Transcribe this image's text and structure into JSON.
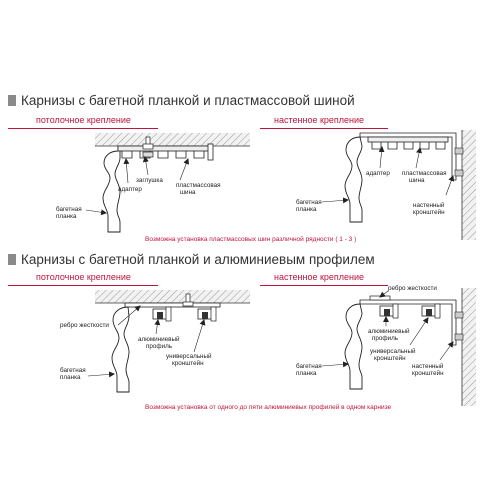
{
  "section1": {
    "title": "Карнизы с багетной планкой и пластмассовой шиной",
    "ceiling_mount": "потолочное крепление",
    "wall_mount": "настенное крепление",
    "labels": {
      "adapter": "адаптер",
      "plug": "заглушка",
      "plastic_rail_1": "пластмассовая",
      "plastic_rail_2": "шина",
      "baguette_1": "багетная",
      "baguette_2": "планка",
      "wall_bracket_1": "настенный",
      "wall_bracket_2": "кронштейн"
    },
    "note": "Возможна установка пластмассовых шин различной рядности ( 1 - 3 )"
  },
  "section2": {
    "title": "Карнизы с багетной планкой и алюминиевым профилем",
    "ceiling_mount": "потолочное крепление",
    "wall_mount": "настенное крепление",
    "labels": {
      "stiffener": "ребро жесткости",
      "alu_profile_1": "алюминиевый",
      "alu_profile_2": "профиль",
      "universal_bracket_1": "универсальный",
      "universal_bracket_2": "кронштейн",
      "baguette_1": "багетная",
      "baguette_2": "планка",
      "wall_bracket_1": "настенный",
      "wall_bracket_2": "кронштейн"
    },
    "note": "Возможна установка от одного до пяти алюминиевых профилей в одном карнизе"
  }
}
